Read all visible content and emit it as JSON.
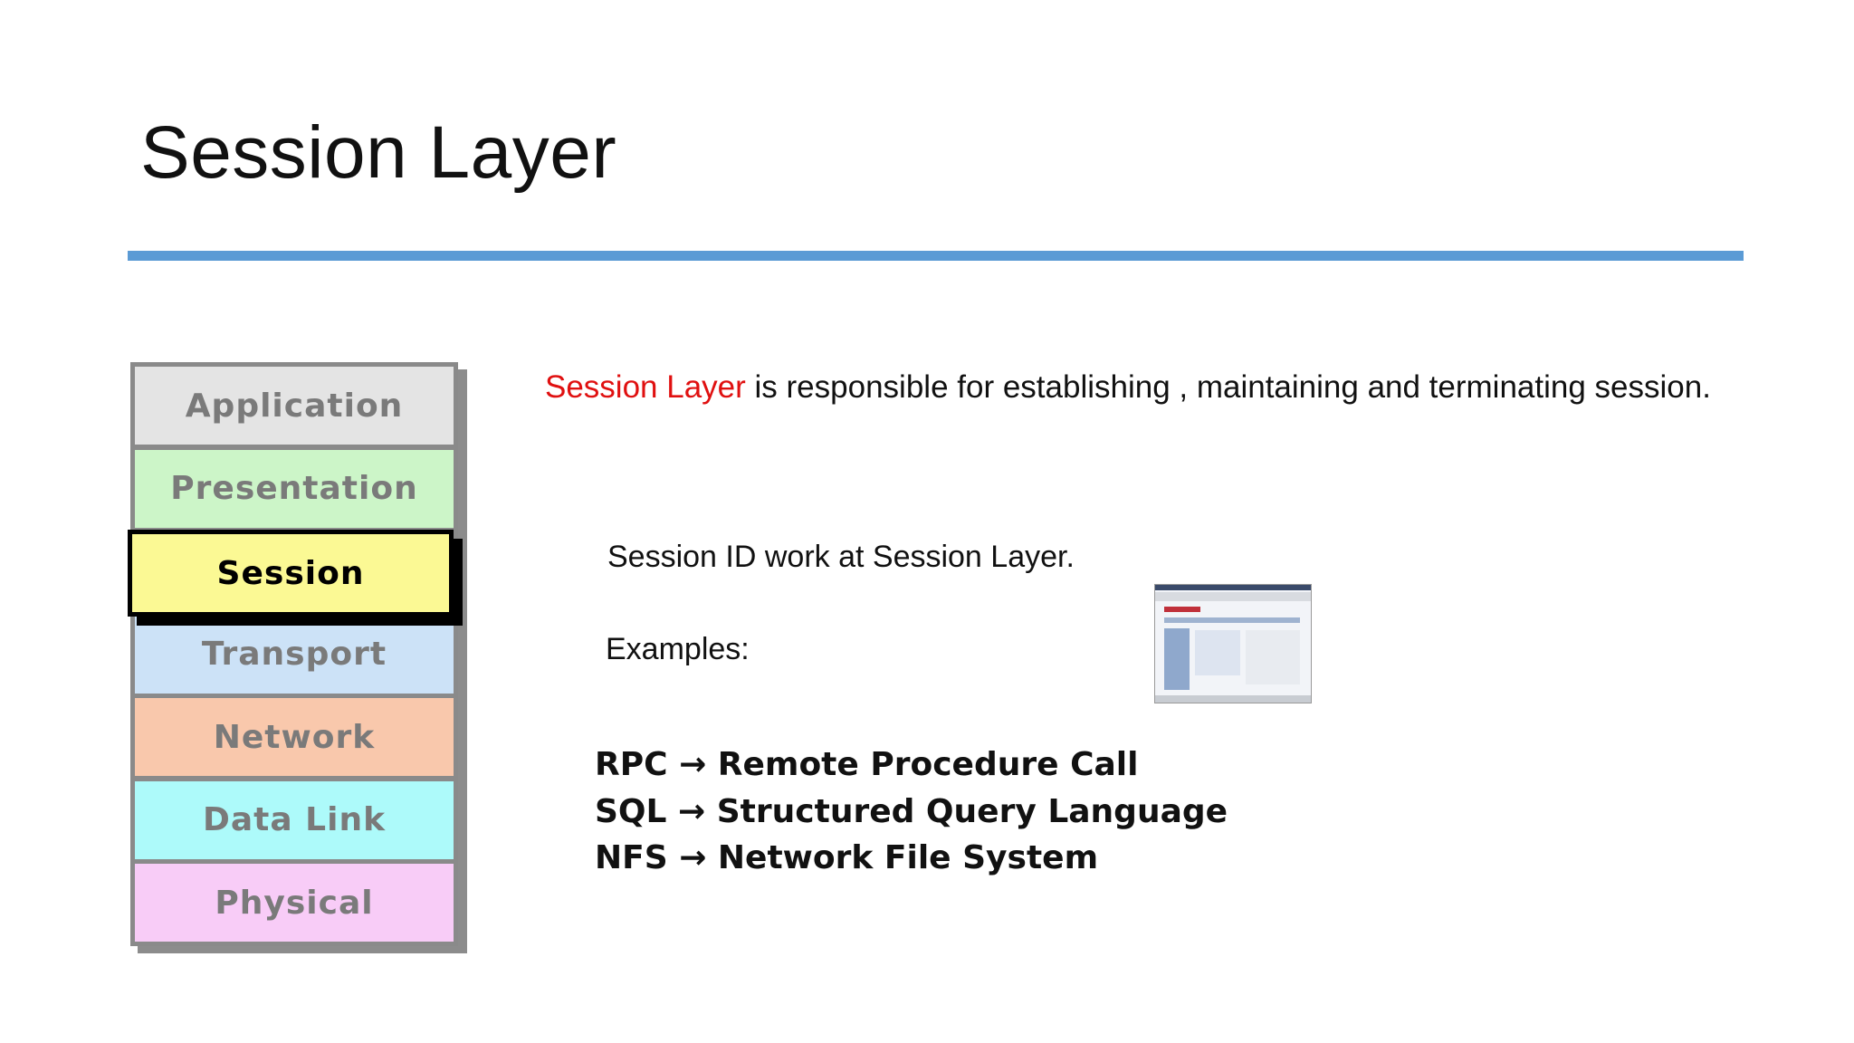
{
  "title": "Session Layer",
  "accent_color": "#5b9bd5",
  "osi_layers": [
    {
      "label": "Application",
      "color": "#e4e4e4",
      "active": false
    },
    {
      "label": "Presentation",
      "color": "#ccf5c8",
      "active": false
    },
    {
      "label": "Session",
      "color": "#fbf994",
      "active": true
    },
    {
      "label": "Transport",
      "color": "#cce2f7",
      "active": false
    },
    {
      "label": "Network",
      "color": "#f9c8ac",
      "active": false
    },
    {
      "label": "Data Link",
      "color": "#adfafa",
      "active": false
    },
    {
      "label": "Physical",
      "color": "#f8ccf7",
      "active": false
    }
  ],
  "description": {
    "highlight": "Session Layer",
    "highlight_color": "#e01010",
    "rest": " is responsible for establishing , maintaining and terminating session."
  },
  "session_id_text": "Session ID work at Session Layer.",
  "examples_label": "Examples:",
  "thumbnail": {
    "icon": "yahoo-mail-screenshot"
  },
  "examples": [
    {
      "abbr": "RPC",
      "arrow": "→",
      "full": "Remote Procedure Call"
    },
    {
      "abbr": "SQL",
      "arrow": "→",
      "full": "Structured Query Language"
    },
    {
      "abbr": "NFS",
      "arrow": "→",
      "full": "Network File System"
    }
  ]
}
